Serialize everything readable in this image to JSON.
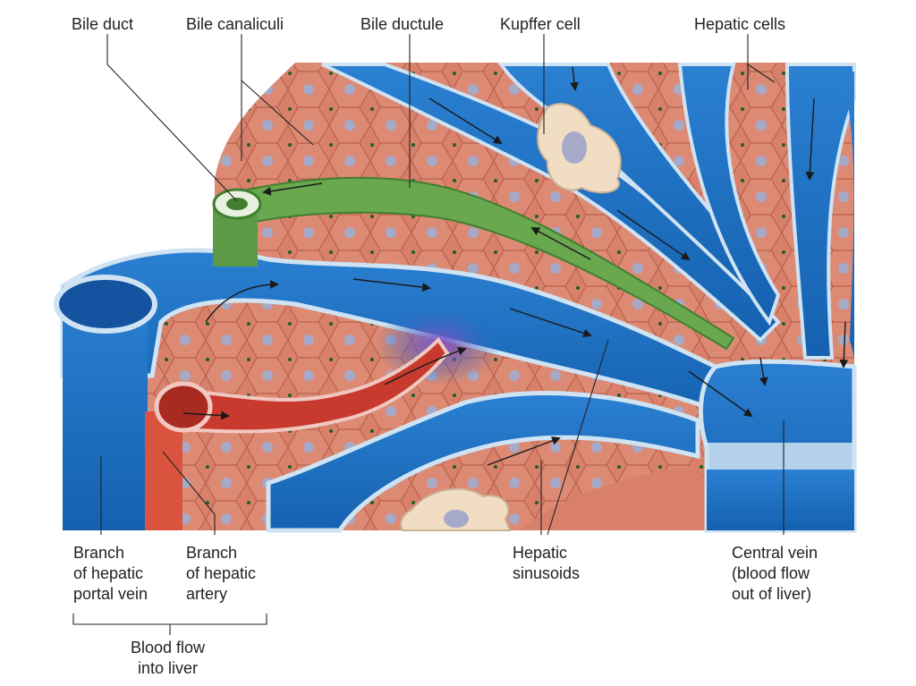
{
  "labels": {
    "bile_duct": "Bile duct",
    "bile_canaliculi": "Bile canaliculi",
    "bile_ductule": "Bile ductule",
    "kupffer_cell": "Kupffer cell",
    "hepatic_cells": "Hepatic cells",
    "portal_vein_branch": "Branch\nof hepatic\nportal vein",
    "hepatic_artery_branch": "Branch\nof hepatic\nartery",
    "hepatic_sinusoids": "Hepatic\nsinusoids",
    "central_vein": "Central vein\n(blood flow\nout of liver)",
    "blood_flow_into_liver": "Blood flow\ninto liver"
  },
  "colors": {
    "hepatocyte_fill": "#d9806a",
    "hepatocyte_edge": "#b8604c",
    "nucleus": "#a6a9c8",
    "vessel_blue": "#1f6fc2",
    "vessel_dark": "#0f4e9a",
    "vessel_wall": "#cfe3f3",
    "bile_green": "#6aa84f",
    "bile_dark": "#3f7f2e",
    "artery_red": "#c83a2e",
    "kupffer": "#f1dcc4",
    "leader_line": "#222222"
  }
}
